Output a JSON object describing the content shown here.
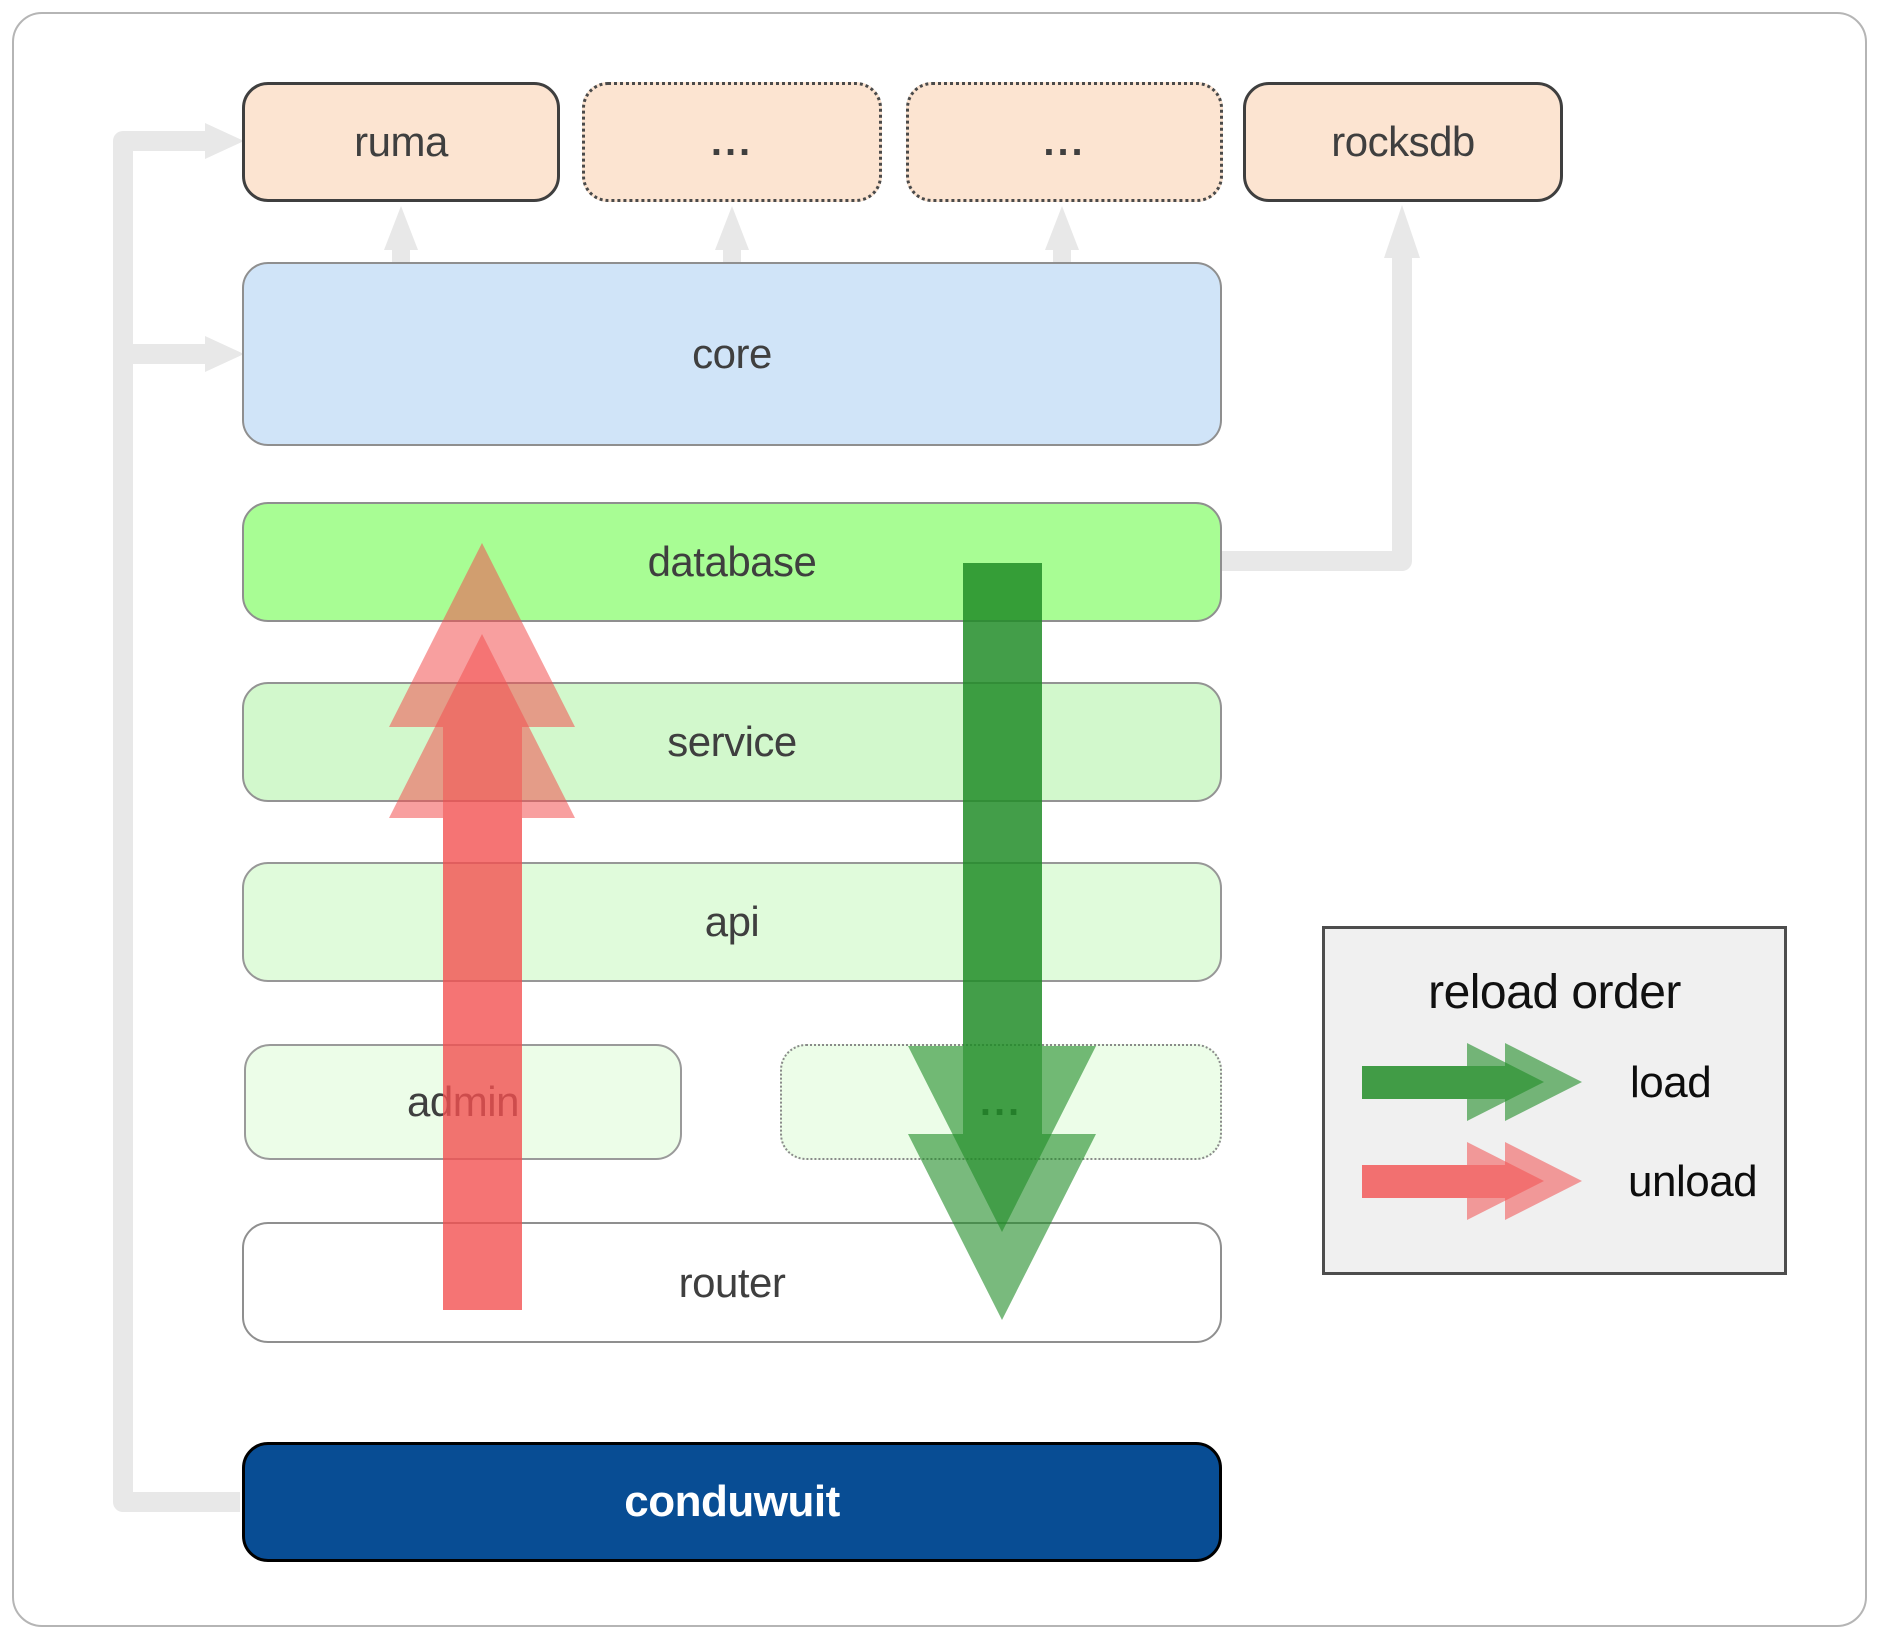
{
  "boxes": [
    {
      "id": "ruma",
      "label": "ruma"
    },
    {
      "id": "dependency-more-1",
      "label": "..."
    },
    {
      "id": "dependency-more-2",
      "label": "..."
    },
    {
      "id": "rocksdb",
      "label": "rocksdb"
    },
    {
      "id": "core",
      "label": "core"
    },
    {
      "id": "database",
      "label": "database"
    },
    {
      "id": "service",
      "label": "service"
    },
    {
      "id": "api",
      "label": "api"
    },
    {
      "id": "admin",
      "label": "admin"
    },
    {
      "id": "service-more",
      "label": "..."
    },
    {
      "id": "router",
      "label": "router"
    },
    {
      "id": "conduwuit",
      "label": "conduwuit"
    }
  ],
  "legend": {
    "title": "reload order",
    "items": [
      {
        "label": "load",
        "color": "#1f8c26"
      },
      {
        "label": "unload",
        "color": "#f25050"
      }
    ]
  },
  "colors": {
    "load_arrow": "#1f8c26",
    "unload_arrow": "#f25050",
    "connector": "#e8e8e8",
    "dependency_fill": "#fce4d1",
    "core_fill": "#d0e4f8",
    "database_fill": "#a8fd94",
    "service_fill": "#d2f8cc",
    "api_fill": "#e0fbdb",
    "admin_fill": "#ecfde8",
    "router_fill": "#ffffff",
    "conduwuit_fill": "#084d94",
    "legend_bg": "#f0f0f0"
  }
}
